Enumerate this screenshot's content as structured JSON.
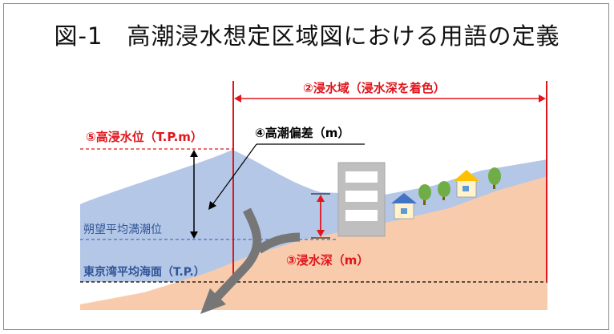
{
  "title": "図-1　高潮浸水想定区域図における用語の定義",
  "labels": {
    "inundation_area": "②浸水域（浸水深を着色）",
    "high_water_level": "⑤高浸水位（T.P.m）",
    "storm_surge_deviation": "④高潮偏差（m）",
    "mean_spring_high_tide": "朔望平均満潮位",
    "tokyo_bay_mean_sea_level": "東京湾平均海面（T.P.）",
    "inundation_depth": "③浸水深（m）"
  },
  "colors": {
    "water": "#b4c7e7",
    "land": "#f8cbad",
    "red": "#e0161d",
    "frame": "#8a8a8a",
    "building": "#bfbfbf",
    "arrow": "#767676"
  }
}
